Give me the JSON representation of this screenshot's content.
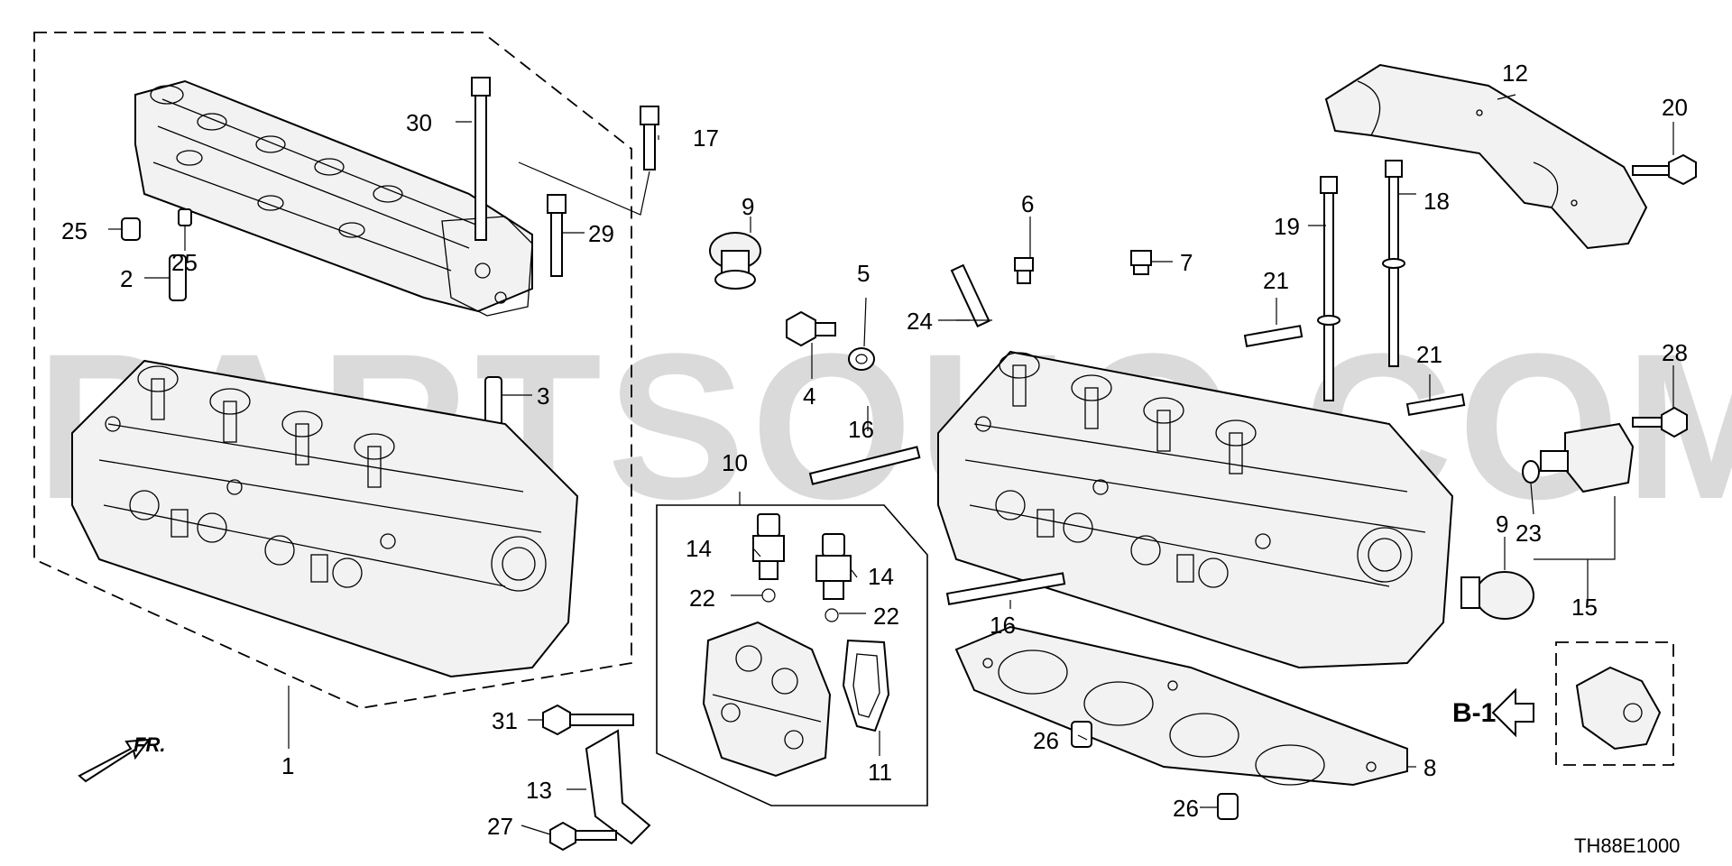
{
  "watermark": "PARTSOUQ.COM",
  "diagram_code": "TH88E1000",
  "reference": "B-1",
  "front_label": "FR.",
  "callouts": {
    "c1": "1",
    "c2": "2",
    "c3": "3",
    "c4": "4",
    "c5": "5",
    "c6": "6",
    "c7": "7",
    "c8": "8",
    "c9a": "9",
    "c9b": "9",
    "c10": "10",
    "c11": "11",
    "c12": "12",
    "c13": "13",
    "c14a": "14",
    "c14b": "14",
    "c15": "15",
    "c16a": "16",
    "c16b": "16",
    "c17": "17",
    "c18": "18",
    "c19": "19",
    "c20": "20",
    "c21a": "21",
    "c21b": "21",
    "c22a": "22",
    "c22b": "22",
    "c23": "23",
    "c24": "24",
    "c25a": "25",
    "c25b": "25",
    "c26a": "26",
    "c26b": "26",
    "c27": "27",
    "c28": "28",
    "c29": "29",
    "c30": "30",
    "c31": "31"
  }
}
